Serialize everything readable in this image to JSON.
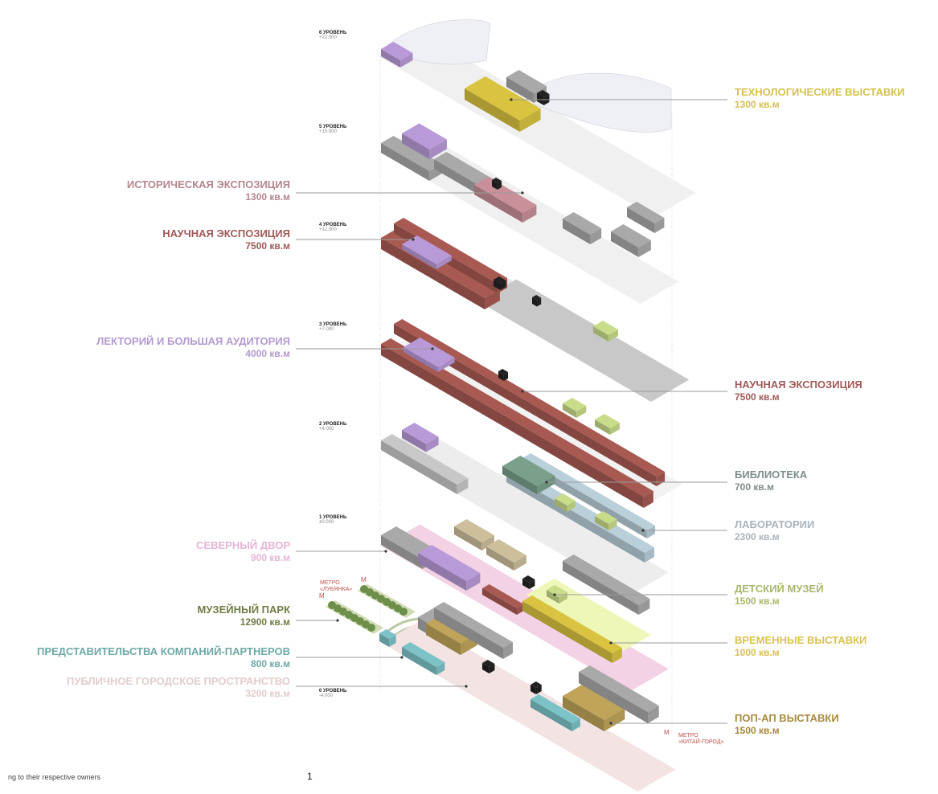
{
  "levels": [
    {
      "name": "6 УРОВЕНЬ",
      "elevation": "+22.000"
    },
    {
      "name": "5 УРОВЕНЬ",
      "elevation": "+15.000"
    },
    {
      "name": "4 УРОВЕНЬ",
      "elevation": "+12.000"
    },
    {
      "name": "3 УРОВЕНЬ",
      "elevation": "+7.000"
    },
    {
      "name": "2 УРОВЕНЬ",
      "elevation": "+4.000"
    },
    {
      "name": "1 УРОВЕНЬ",
      "elevation": "±0.000"
    },
    {
      "name": "0 УРОВЕНЬ",
      "elevation": "-4.000"
    }
  ],
  "labels_left": [
    {
      "title": "ИСТОРИЧЕСКАЯ ЭКСПОЗИЦИЯ",
      "area": "1300 кв.м",
      "color": "#b3868e"
    },
    {
      "title": "НАУЧНАЯ ЭКСПОЗИЦИЯ",
      "area": "7500 кв.м",
      "color": "#9e5a57"
    },
    {
      "title": "ЛЕКТОРИЙ И БОЛЬШАЯ АУДИТОРИЯ",
      "area": "4000 кв.м",
      "color": "#b49ad0"
    },
    {
      "title": "СЕВЕРНЫЙ ДВОР",
      "area": "900 кв.м",
      "color": "#e5b5d8"
    },
    {
      "title": "МУЗЕЙНЫЙ ПАРК",
      "area": "12900 кв.м",
      "color": "#6f7d45"
    },
    {
      "title": "ПРЕДСТАВИТЕЛЬСТВА КОМПАНИЙ-ПАРТНЕРОВ",
      "area": "800 кв.м",
      "color": "#6fa7a7"
    },
    {
      "title": "ПУБЛИЧНОЕ ГОРОДСКОЕ ПРОСТРАНСТВО",
      "area": "3200 кв.м",
      "color": "#e3cccc"
    }
  ],
  "labels_right": [
    {
      "title": "ТЕХНОЛОГИЧЕСКИЕ ВЫСТАВКИ",
      "area": "1300 кв.м",
      "color": "#d4c14e"
    },
    {
      "title": "НАУЧНАЯ ЭКСПОЗИЦИЯ",
      "area": "7500 кв.м",
      "color": "#9e5a57"
    },
    {
      "title": "БИБЛИОТЕКА",
      "area": "700 кв.м",
      "color": "#7f8c8d"
    },
    {
      "title": "ЛАБОРАТОРИИ",
      "area": "2300 кв.м",
      "color": "#a9b3bb"
    },
    {
      "title": "ДЕТСКИЙ МУЗЕЙ",
      "area": "1500 кв.м",
      "color": "#a8b86a"
    },
    {
      "title": "ВРЕМЕННЫЕ ВЫСТАВКИ",
      "area": "1000 кв.м",
      "color": "#d9c24e"
    },
    {
      "title": "ПОП-АП ВЫСТАВКИ",
      "area": "1500 кв.м",
      "color": "#a88a3e"
    }
  ],
  "metro": [
    {
      "line1": "МЕТРО",
      "line2": "«ЛУБЯНКА»"
    },
    {
      "line1": "МЕТРО",
      "line2": "«КИТАЙ-ГОРОД»"
    }
  ],
  "palette": {
    "grey": "#a9a9a9",
    "grey_dark": "#8e8e8e",
    "floor": "#e6e6e6",
    "floor_light": "#f0f0f0",
    "red": "#a85a52",
    "purple": "#b99ad8",
    "yellow": "#d9c340",
    "pink": "#f3d2e6",
    "olive": "#bfa45a",
    "teal": "#7cc3c8",
    "lime": "#c9dc8a",
    "lime_bg": "#eef7b8",
    "blue_grey": "#b9cfd9",
    "green_lib": "#7aa08b",
    "black": "#222222",
    "park": "#6e8f4a"
  },
  "footer": {
    "note": "ng to their respective owners",
    "page": "1"
  }
}
